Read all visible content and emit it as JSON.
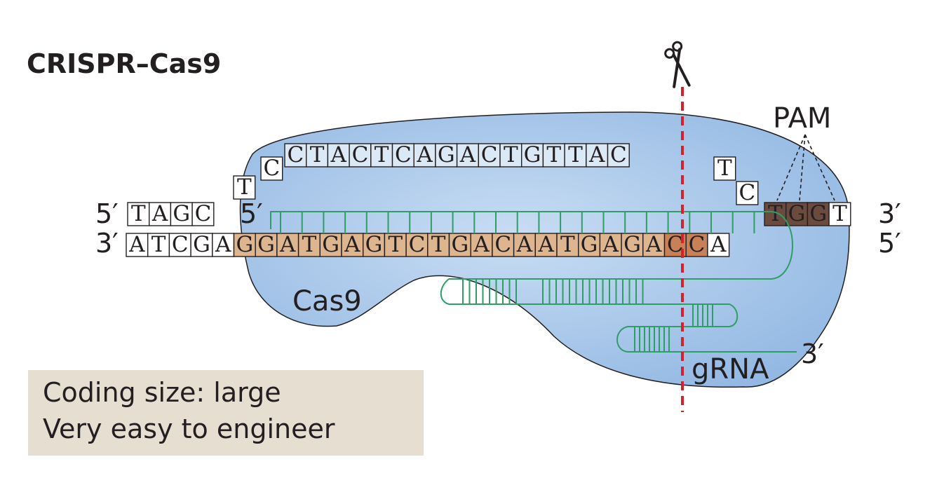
{
  "title": "CRISPR–Cas9",
  "labels": {
    "pam": "PAM",
    "cas9": "Cas9",
    "grna": "gRNA",
    "five_prime": "5′",
    "three_prime": "3′"
  },
  "strands": {
    "top_left": "TAGC",
    "bulge_left": [
      "T",
      "C"
    ],
    "top_loop": "CTACTCAGACTGTTAC",
    "bulge_right": [
      "T",
      "C"
    ],
    "top_pam": "TGGT",
    "bottom": "ATCGAGGATGAGTCTGACAATGAGACCA"
  },
  "info": {
    "line1": "Coding size: large",
    "line2": "Very easy to engineer"
  },
  "colors": {
    "cas9": "#8fb6e2",
    "target": "#ddb58f",
    "pam_top": "#6b4b3e",
    "pam_bottom": "#c88157",
    "grna": "#2e9e66",
    "cut_line": "#d2232a",
    "info_bg": "#e7ded2"
  },
  "icons": [
    "scissors-icon"
  ]
}
